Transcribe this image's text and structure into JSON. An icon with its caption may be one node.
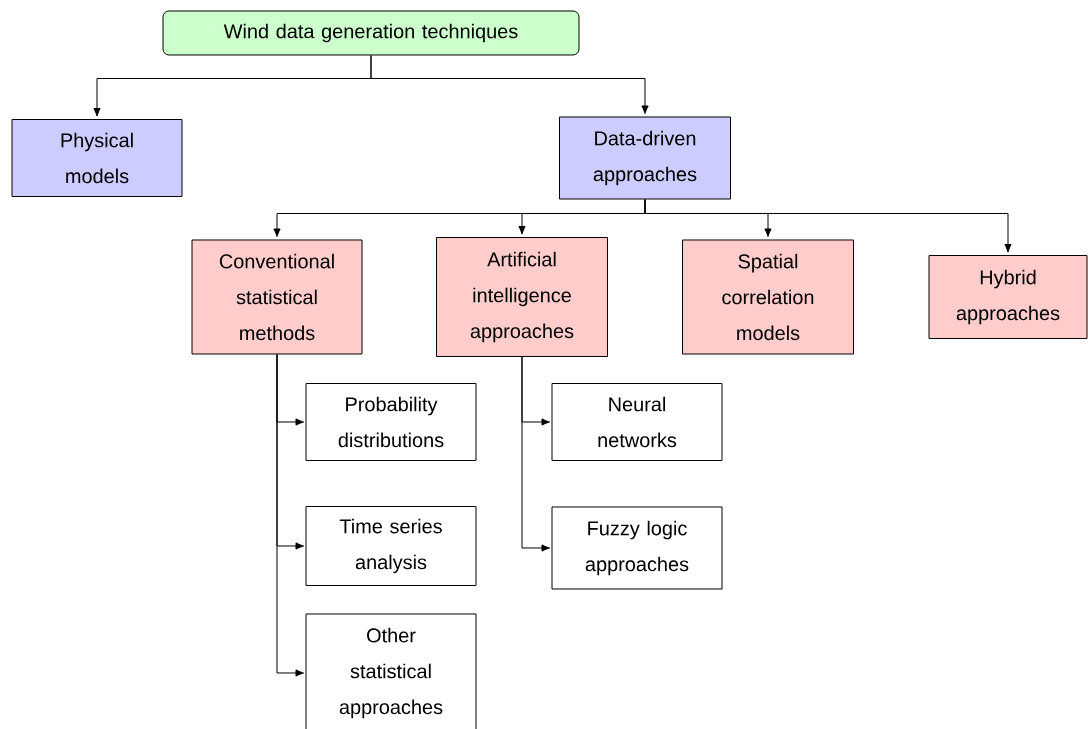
{
  "diagram": {
    "nodes": [
      {
        "text": [
          "Wind data generation techniques"
        ]
      },
      {
        "text": [
          "Physical models"
        ]
      },
      {
        "text": [
          "Data-driven approaches"
        ]
      },
      {
        "text": [
          "Conventional statistical methods"
        ]
      },
      {
        "text": [
          "Artificial intelligence approaches"
        ]
      },
      {
        "text": [
          "Spatial correlation models"
        ]
      },
      {
        "text": [
          "Hybrid approaches"
        ]
      },
      {
        "text": [
          "Probability distributions"
        ]
      },
      {
        "text": [
          "Time series analysis"
        ]
      },
      {
        "text": [
          "Other statistical approaches"
        ]
      },
      {
        "text": [
          "Neural networks"
        ]
      },
      {
        "text": [
          "Fuzzy logic approaches"
        ]
      }
    ],
    "edges": [
      {
        "from": 0,
        "to": 1,
        "arrow": "to"
      },
      {
        "from": 0,
        "to": 2,
        "arrow": "to"
      },
      {
        "from": 2,
        "to": 3,
        "arrow": "to"
      },
      {
        "from": 2,
        "to": 4,
        "arrow": "to"
      },
      {
        "from": 2,
        "to": 5,
        "arrow": "to"
      },
      {
        "from": 2,
        "to": 6,
        "arrow": "to"
      },
      {
        "from": 3,
        "to": 7,
        "arrow": "to"
      },
      {
        "from": 3,
        "to": 8,
        "arrow": "to"
      },
      {
        "from": 3,
        "to": 9,
        "arrow": "to"
      },
      {
        "from": 4,
        "to": 10,
        "arrow": "to"
      },
      {
        "from": 4,
        "to": 11,
        "arrow": "to"
      }
    ]
  }
}
